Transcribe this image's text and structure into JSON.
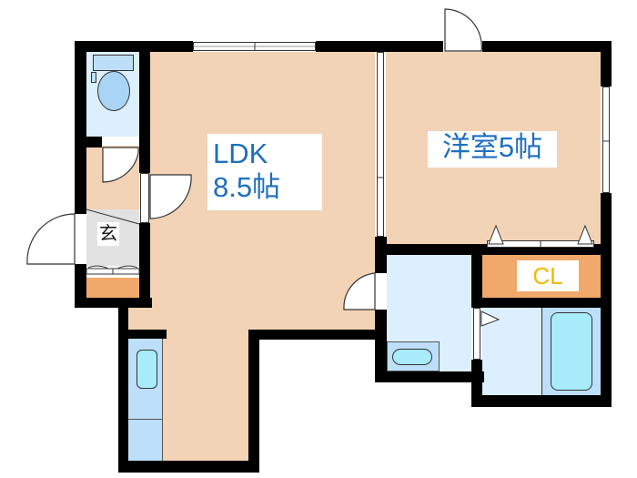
{
  "floorplan": {
    "rooms": {
      "ldk": {
        "name": "LDK",
        "size": "8.5帖"
      },
      "western_room": {
        "label": "洋室5帖"
      },
      "closet": {
        "label": "CL"
      },
      "entrance": {
        "label": "玄"
      }
    },
    "fixtures": [
      "toilet",
      "kitchen-sink",
      "washbasin",
      "bathtub",
      "shoe-cabinet"
    ],
    "colors": {
      "floor": "#f2d3b5",
      "wet_area": "#dbeffd",
      "fixture": "#bddff9",
      "closet": "#f0a96a",
      "label_text": "#1e6fbf",
      "cl_text": "#f5b800",
      "wall": "#000000"
    }
  }
}
